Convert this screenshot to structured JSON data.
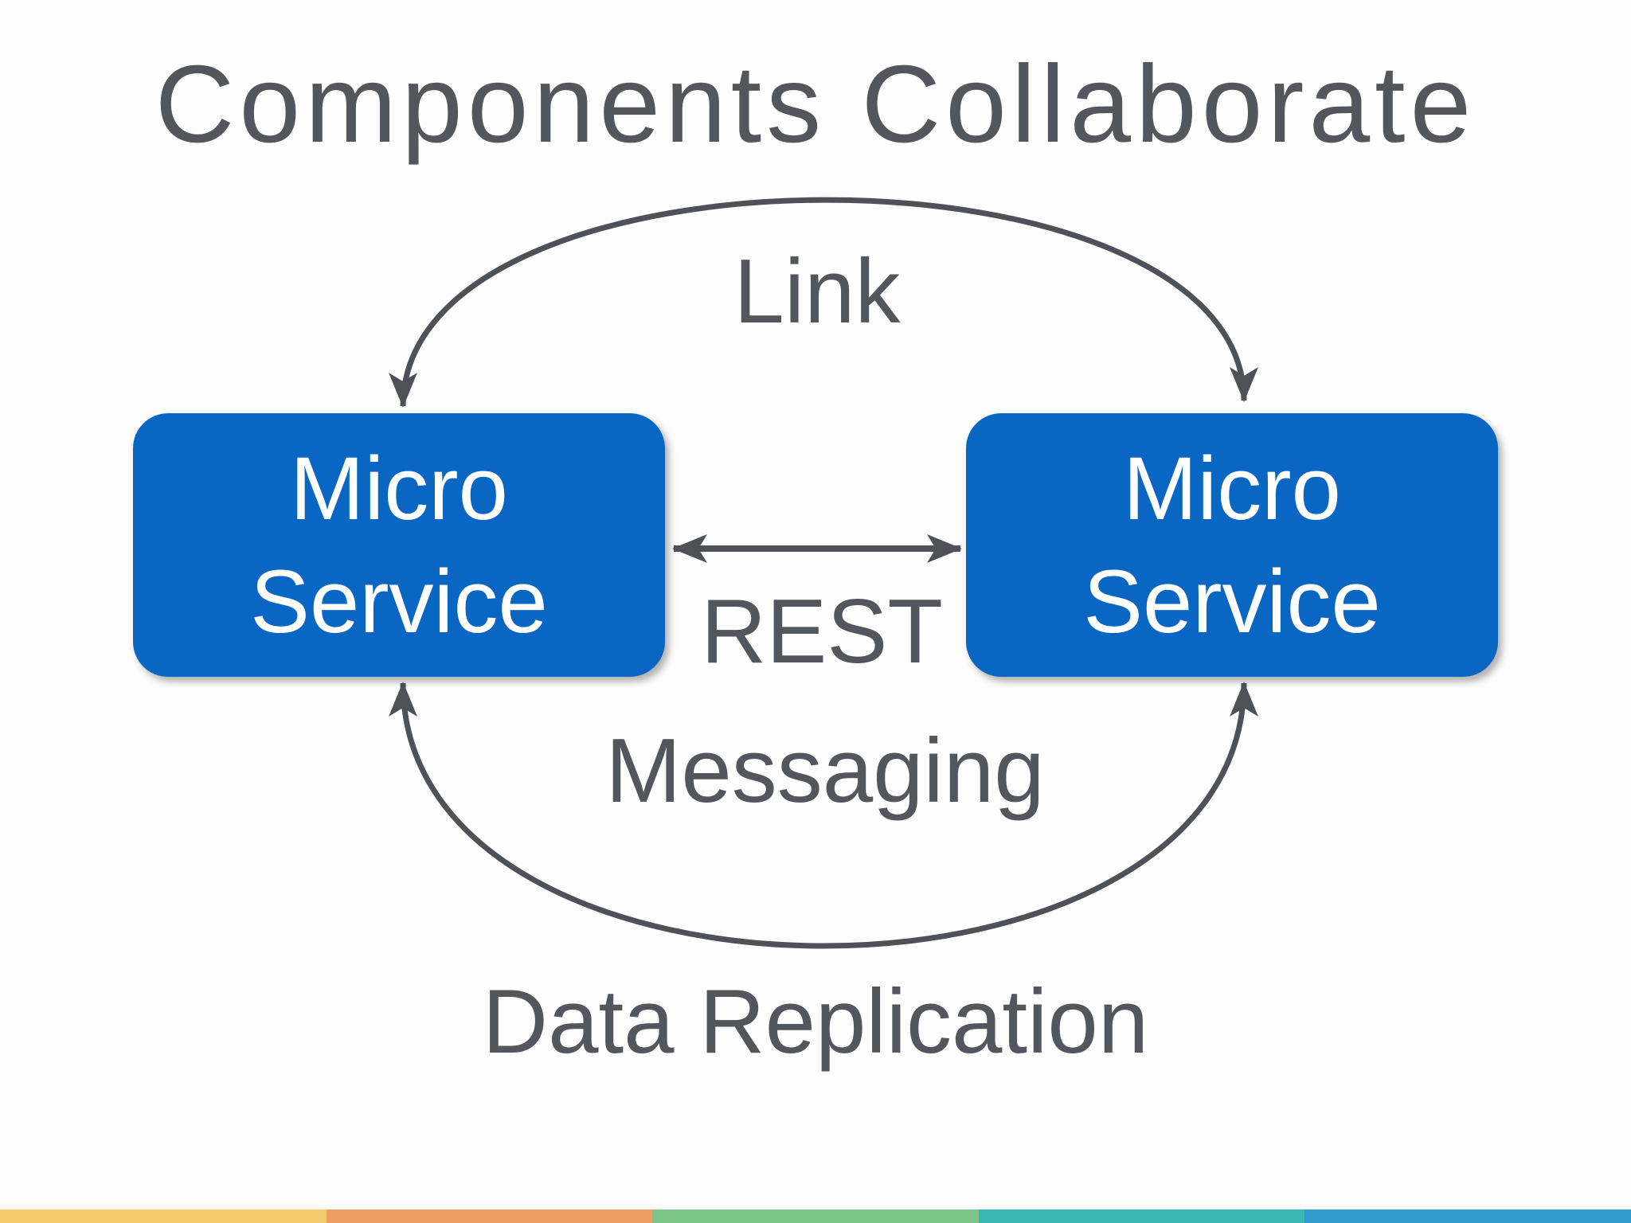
{
  "slide": {
    "title": "Components Collaborate"
  },
  "diagram": {
    "boxes": {
      "left": {
        "lines": [
          "Micro",
          "Service"
        ]
      },
      "right": {
        "lines": [
          "Micro",
          "Service"
        ]
      }
    },
    "connections": [
      {
        "id": "link",
        "label": "Link",
        "type": "curved-double-arrow-top"
      },
      {
        "id": "rest",
        "label": "REST",
        "type": "straight-double-arrow-middle"
      },
      {
        "id": "messaging",
        "label": "Messaging",
        "type": "curved-double-arrow-bottom"
      },
      {
        "id": "data-replication",
        "label": "Data Replication",
        "type": "caption-below-bottom-arc"
      }
    ]
  },
  "colors": {
    "background": "#fdfdfe",
    "box_fill": "#0966c2",
    "box_text": "#ffffff",
    "text_gray": "#53565c",
    "arrow_gray": "#4e5157"
  },
  "footer": {
    "stripe_colors": [
      "#f2cb6d",
      "#ef9d64",
      "#7cc689",
      "#3ab7b0",
      "#2f9ccb"
    ]
  }
}
